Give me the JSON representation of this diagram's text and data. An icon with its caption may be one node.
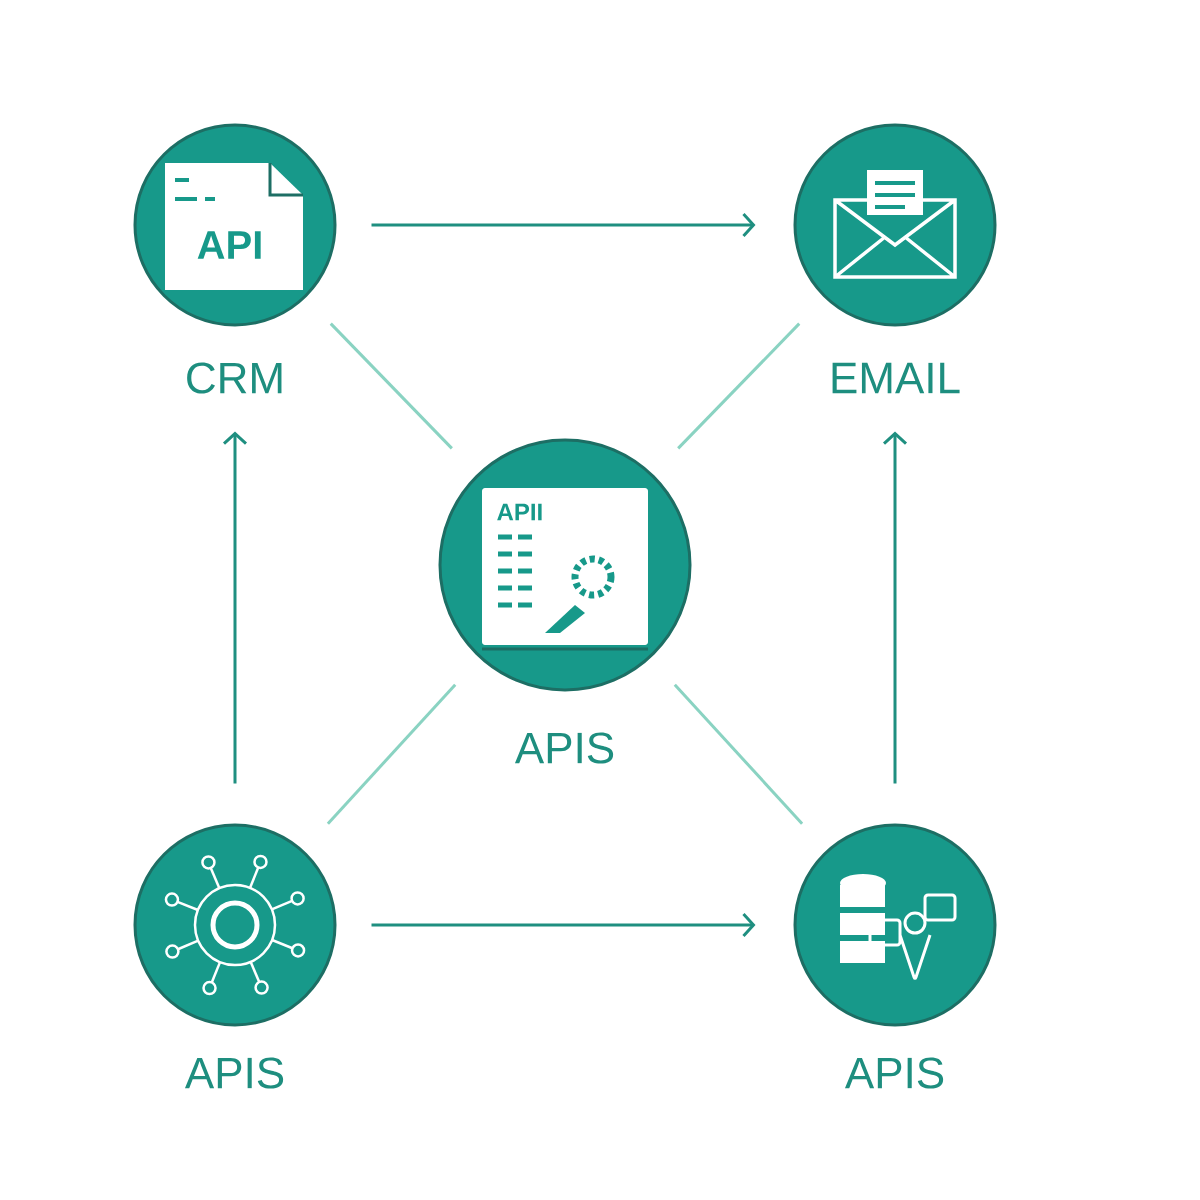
{
  "diagram": {
    "nodes": [
      {
        "text": [
          "API",
          "CRM"
        ]
      },
      {
        "text": [
          "EMAIL"
        ]
      },
      {
        "text": [
          "APII",
          "APIS"
        ]
      },
      {
        "text": [
          "APIS"
        ]
      },
      {
        "text": [
          "APIS"
        ]
      }
    ],
    "edges": [
      {
        "from": 0,
        "to": 1,
        "arrow": "to"
      },
      {
        "from": 2,
        "to": 0,
        "arrow": "none",
        "color": "#8ad3c2"
      },
      {
        "from": 2,
        "to": 1,
        "arrow": "none",
        "color": "#8ad3c2"
      },
      {
        "from": 3,
        "to": 0,
        "arrow": "to"
      },
      {
        "from": 4,
        "to": 1,
        "arrow": "to"
      },
      {
        "from": 2,
        "to": 3,
        "arrow": "none",
        "color": "#8ad3c2"
      },
      {
        "from": 2,
        "to": 4,
        "arrow": "none",
        "color": "#8ad3c2"
      },
      {
        "from": 3,
        "to": 4,
        "arrow": "to"
      }
    ]
  }
}
